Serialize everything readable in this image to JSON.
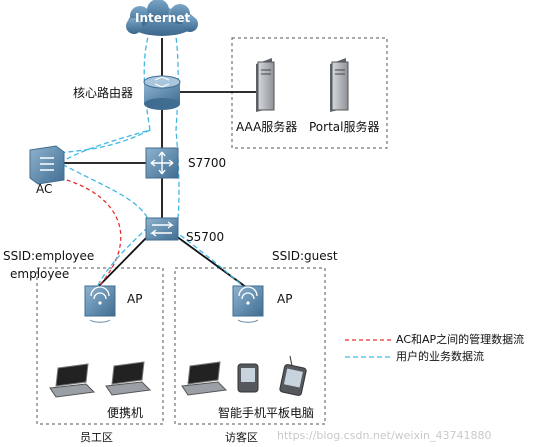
{
  "labels": {
    "internet": "Internet",
    "core_router": "核心路由器",
    "aaa_server": "AAA服务器",
    "portal_server": "Portal服务器",
    "ac": "AC",
    "s7700": "S7700",
    "s5700": "S5700",
    "ssid_employee": "SSID:employee",
    "employee": "employee",
    "ssid_guest": "SSID:guest",
    "ap_left": "AP",
    "ap_right": "AP",
    "laptop_group": "便携机",
    "mobile_group": "智能手机平板电脑",
    "zone_employee": "员工区",
    "zone_guest": "访客区"
  },
  "legend": {
    "management_flow": "AC和AP之间的管理数据流",
    "user_flow": "用户的业务数据流"
  },
  "colors": {
    "management_flow": "#e5322d",
    "user_flow": "#3fb8e6",
    "device": "#5b86a8",
    "links": "#111111"
  },
  "watermark": "https://blog.csdn.net/weixin_43741880"
}
